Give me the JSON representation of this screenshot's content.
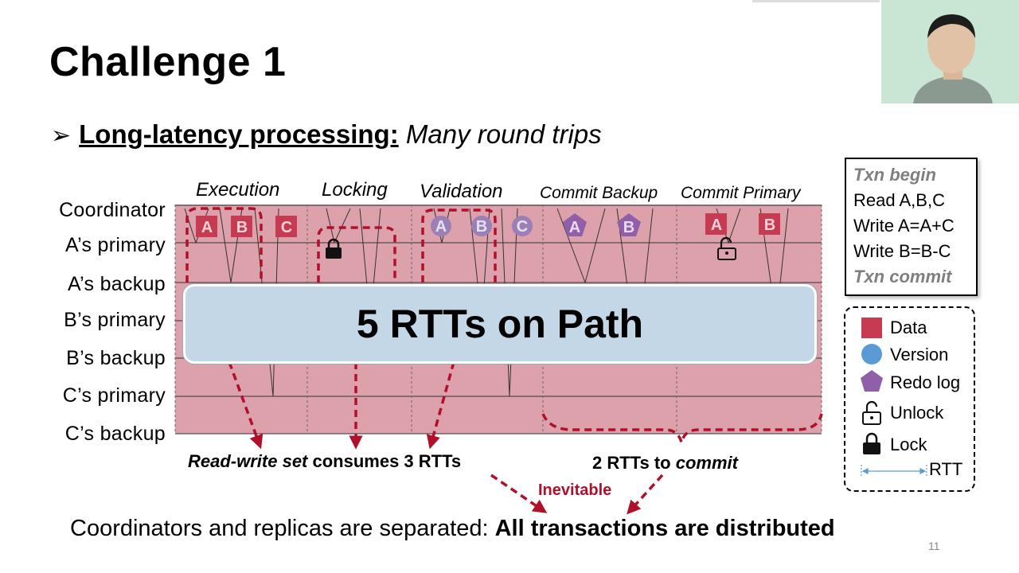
{
  "slide": {
    "title": "Challenge 1",
    "bullet_arrow": "➢",
    "bullet_bold": "Long-latency processing:",
    "bullet_italic": "Many round trips",
    "page_number": "11"
  },
  "diagram": {
    "phases": [
      "Execution",
      "Locking",
      "Validation",
      "Commit Backup",
      "Commit Primary"
    ],
    "rows": [
      "Coordinator",
      "A’s primary",
      "A’s backup",
      "B’s primary",
      "B’s backup",
      "C’s primary",
      "C’s backup"
    ],
    "markers": {
      "data_labels": [
        "A",
        "B",
        "C"
      ],
      "version_labels": [
        "A",
        "B",
        "C"
      ],
      "redo_labels": [
        "A",
        "B"
      ],
      "commit_primary_labels": [
        "A",
        "B"
      ]
    },
    "banner": "5 RTTs on Path",
    "note_read_write_italic": "Read-write set",
    "note_read_write_rest": " consumes 3 RTTs",
    "note_commit_prefix": "2 RTTs to ",
    "note_commit_italic": "commit",
    "inevitable": "Inevitable"
  },
  "txn": {
    "lines": [
      "Txn begin",
      "Read  A,B,C",
      "Write A=A+C",
      "Write B=B-C",
      "Txn commit"
    ]
  },
  "legend": {
    "items": [
      "Data",
      "Version",
      "Redo log",
      "Unlock",
      "Lock",
      "RTT"
    ]
  },
  "footer": {
    "text": "Coordinators and replicas are separated: ",
    "bold": "All transactions are distributed"
  },
  "colors": {
    "grid_bg": "#dda1ab",
    "data": "#c63a52",
    "version": "#9a80b4",
    "redo": "#8f5fa7",
    "dashed": "#b0102a",
    "banner": "#c4d7e7",
    "legend_version": "#5b9bd5"
  }
}
